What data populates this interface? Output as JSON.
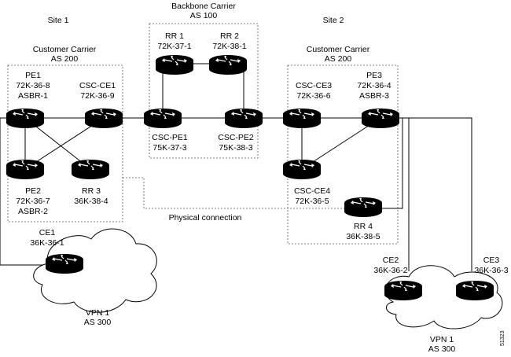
{
  "regions": {
    "site1": "Site 1",
    "site2": "Site 2",
    "backbone_title": "Backbone Carrier",
    "backbone_as": "AS 100",
    "cc1_title": "Customer Carrier",
    "cc1_as": "AS 200",
    "cc2_title": "Customer Carrier",
    "cc2_as": "AS 200",
    "physical": "Physical connection",
    "vpn1_left_title": "VPN 1",
    "vpn1_left_as": "AS 300",
    "vpn1_right_title": "VPN 1",
    "vpn1_right_as": "AS 300",
    "figure_id": "51323"
  },
  "routers": {
    "pe1": {
      "l1": "PE1",
      "l2": "72K-36-8",
      "l3": "ASBR-1"
    },
    "csc_ce1": {
      "l1": "CSC-CE1",
      "l2": "72K-36-9"
    },
    "pe2": {
      "l1": "PE2",
      "l2": "72K-36-7",
      "l3": "ASBR-2"
    },
    "rr3": {
      "l1": "RR 3",
      "l2": "36K-38-4"
    },
    "rr1": {
      "l1": "RR 1",
      "l2": "72K-37-1"
    },
    "rr2": {
      "l1": "RR 2",
      "l2": "72K-38-1"
    },
    "csc_pe1": {
      "l1": "CSC-PE1",
      "l2": "75K-37-3"
    },
    "csc_pe2": {
      "l1": "CSC-PE2",
      "l2": "75K-38-3"
    },
    "csc_ce3": {
      "l1": "CSC-CE3",
      "l2": "72K-36-6"
    },
    "pe3": {
      "l1": "PE3",
      "l2": "72K-36-4",
      "l3": "ASBR-3"
    },
    "csc_ce4": {
      "l1": "CSC-CE4",
      "l2": "72K-36-5"
    },
    "rr4": {
      "l1": "RR 4",
      "l2": "36K-38-5"
    },
    "ce1": {
      "l1": "CE1",
      "l2": "36K-36-1"
    },
    "ce2": {
      "l1": "CE2",
      "l2": "36K-36-2"
    },
    "ce3": {
      "l1": "CE3",
      "l2": "36K-36-3"
    }
  }
}
